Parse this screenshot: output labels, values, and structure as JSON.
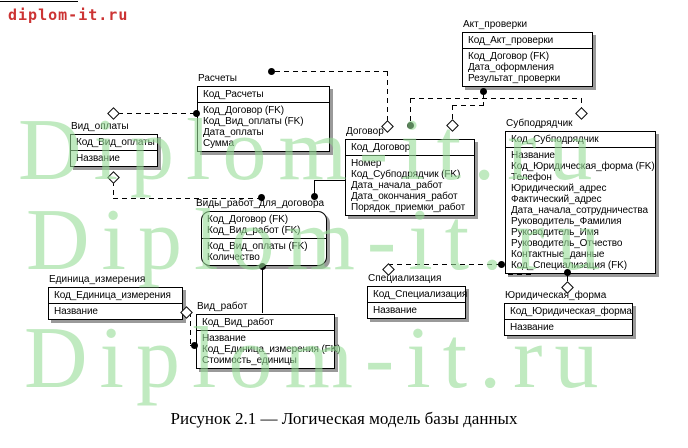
{
  "page": {
    "logo": "diplom-it.ru",
    "caption": "Рисунок 2.1 — Логическая модель базы данных"
  },
  "watermark": {
    "text": "Diplom-it.ru",
    "color": "#96d896"
  },
  "colors": {
    "logo_red": "#cc3333",
    "border": "#000000",
    "shadow": "#9a9a9a"
  },
  "diagram": {
    "entities": [
      {
        "id": "vid_oplaty",
        "title": "Вид_оплаты",
        "keys": [
          "Код_Вид_оплаты"
        ],
        "attrs": [
          "Название"
        ],
        "rounded": false
      },
      {
        "id": "raschety",
        "title": "Расчеты",
        "keys": [
          "Код_Расчеты"
        ],
        "attrs": [
          "Код_Договор (FK)",
          "Код_Вид_оплаты (FK)",
          "Дата_оплаты",
          "Сумма"
        ],
        "rounded": false
      },
      {
        "id": "akt_proverki",
        "title": "Акт_проверки",
        "keys": [
          "Код_Акт_проверки"
        ],
        "attrs": [
          "Код_Договор (FK)",
          "Дата_оформления",
          "Результат_проверки"
        ],
        "rounded": false
      },
      {
        "id": "dogovor",
        "title": "Договор",
        "keys": [
          "Код_Договор"
        ],
        "attrs": [
          "Номер",
          "Код_Субподрядчик (FK)",
          "Дата_начала_работ",
          "Дата_окончания_работ",
          "Порядок_приемки_работ"
        ],
        "rounded": false
      },
      {
        "id": "subpodryadchik",
        "title": "Субподрядчик",
        "keys": [
          "Код_Субподрядчик"
        ],
        "attrs": [
          "Название",
          "Код_Юридическая_форма (FK)",
          "Телефон",
          "Юридический_адрес",
          "Фактический_адрес",
          "Дата_начала_сотрудничества",
          "Руководитель_Фамилия",
          "Руководитель_Имя",
          "Руководитель_Отчество",
          "Контактные_данные",
          "Код_Специализация (FK)"
        ],
        "rounded": false
      },
      {
        "id": "vidy_rabot_dlya_dogovora",
        "title": "Виды_работ_для_договора",
        "keys": [
          "Код_Договор (FK)",
          "Код_Вид_работ (FK)"
        ],
        "attrs": [
          "Код_Вид_оплаты (FK)",
          "Количество"
        ],
        "rounded": true
      },
      {
        "id": "edinitsa_izmereniya",
        "title": "Единица_измерения",
        "keys": [
          "Код_Единица_измерения"
        ],
        "attrs": [
          "Название"
        ],
        "rounded": false
      },
      {
        "id": "vid_rabot",
        "title": "Вид_работ",
        "keys": [
          "Код_Вид_работ"
        ],
        "attrs": [
          "Название",
          "Код_Единица_измерения (FK)",
          "Стоимость_единицы"
        ],
        "rounded": false
      },
      {
        "id": "spetsializatsiya",
        "title": "Специализация",
        "keys": [
          "Код_Специализация"
        ],
        "attrs": [
          "Название"
        ],
        "rounded": false
      },
      {
        "id": "yuridicheskaya_forma",
        "title": "Юридическая_форма",
        "keys": [
          "Код_Юридическая_форма"
        ],
        "attrs": [
          "Название"
        ],
        "rounded": false
      }
    ],
    "relationships": [
      {
        "id": "r1",
        "parent": "Вид_оплаты",
        "child": "Расчеты",
        "type": "non-identifying"
      },
      {
        "id": "r2",
        "parent": "Договор",
        "child": "Расчеты",
        "type": "non-identifying"
      },
      {
        "id": "r3",
        "parent": "Субподрядчик",
        "child": "Договор",
        "type": "non-identifying"
      },
      {
        "id": "r4",
        "parent": "Договор",
        "child": "Акт_проверки",
        "type": "non-identifying"
      },
      {
        "id": "r5",
        "parent": "Вид_оплаты",
        "child": "Виды_работ_для_договора",
        "type": "non-identifying"
      },
      {
        "id": "r6",
        "parent": "Договор",
        "child": "Виды_работ_для_договора",
        "type": "identifying"
      },
      {
        "id": "r7",
        "parent": "Вид_работ",
        "child": "Виды_работ_для_договора",
        "type": "identifying"
      },
      {
        "id": "r8",
        "parent": "Единица_измерения",
        "child": "Вид_работ",
        "type": "non-identifying"
      },
      {
        "id": "r9",
        "parent": "Специализация",
        "child": "Субподрядчик",
        "type": "non-identifying"
      },
      {
        "id": "r10",
        "parent": "Юридическая_форма",
        "child": "Субподрядчик",
        "type": "non-identifying"
      }
    ]
  }
}
